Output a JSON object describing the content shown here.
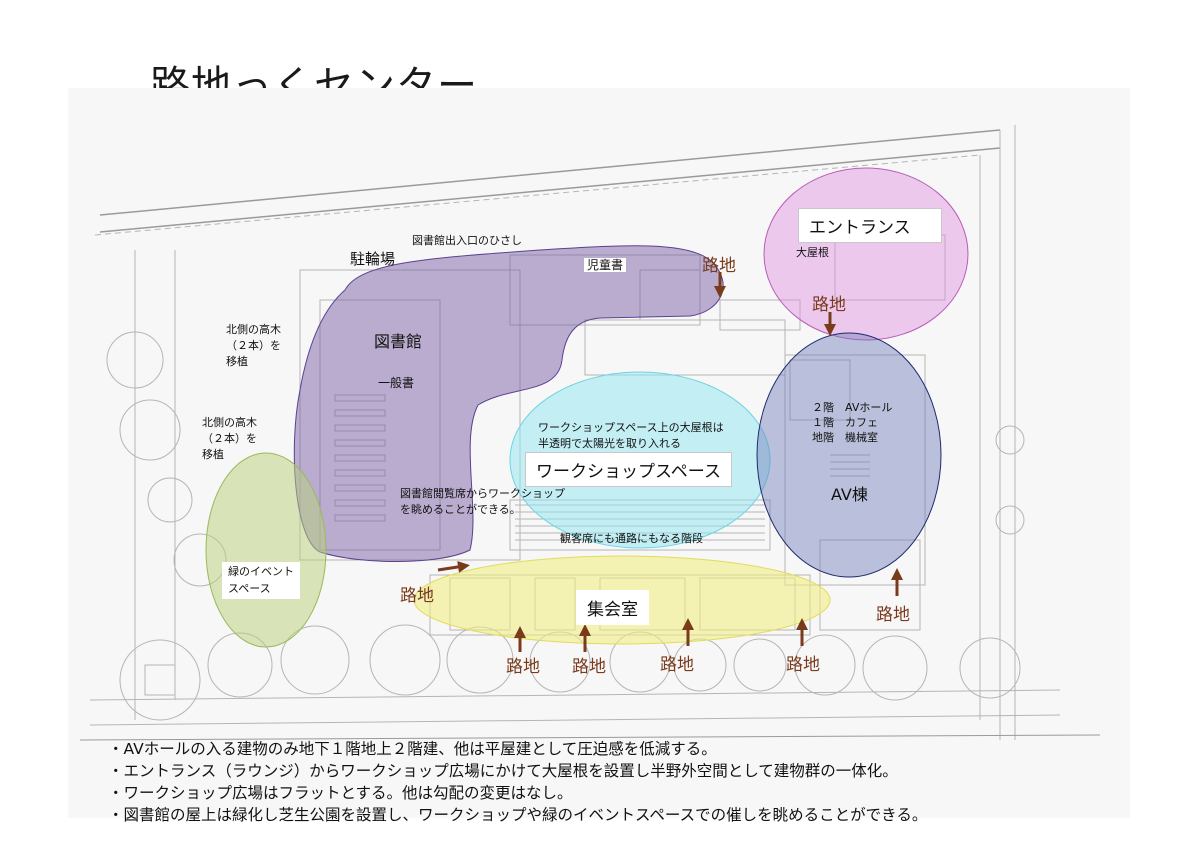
{
  "title": "路地っくセンター",
  "colors": {
    "title_rule": "#44546a",
    "library_zone": "#7b61a8",
    "entrance_zone": "#e08ee0",
    "av_zone": "#6e7db8",
    "workshop_zone": "#8fe6f2",
    "meeting_zone": "#f2ef7a",
    "green_zone": "#b9d27a",
    "roji_arrow": "#7a3b1c"
  },
  "zones": {
    "library": "図書館",
    "entrance": "エントランス",
    "av_building": "AV棟",
    "workshop": "ワークショップスペース",
    "meeting_room": "集会室",
    "green_event": [
      "緑のイベント",
      "スペース"
    ]
  },
  "labels": {
    "bicycle_parking": "駐輪場",
    "library_eave": "図書館出入口のひさし",
    "children_books": "児童書",
    "general_books": "一般書",
    "big_roof": "大屋根",
    "north_trees_1": [
      "北側の高木",
      "（２本）を",
      "移植"
    ],
    "north_trees_2": [
      "北側の高木",
      "（２本）を",
      "移植"
    ],
    "workshop_roof_note": [
      "ワークショップスペース上の大屋根は",
      "半透明で太陽光を取り入れる"
    ],
    "library_view_note": [
      "図書館閲覧席からワークショップ",
      "を眺めることができる。"
    ],
    "stairs_note": "観客席にも通路にもなる階段",
    "av_floors": [
      "２階　AVホール",
      "１階　カフェ",
      "地階　機械室"
    ],
    "roji": "路地"
  },
  "notes": [
    "AVホールの入る建物のみ地下１階地上２階建、他は平屋建として圧迫感を低減する。",
    "エントランス（ラウンジ）からワークショップ広場にかけて大屋根を設置し半野外空間として建物群の一体化。",
    "ワークショップ広場はフラットとする。他は勾配の変更はなし。",
    "図書館の屋上は緑化し芝生公園を設置し、ワークショップや緑のイベントスペースでの催しを眺めることができる。"
  ]
}
